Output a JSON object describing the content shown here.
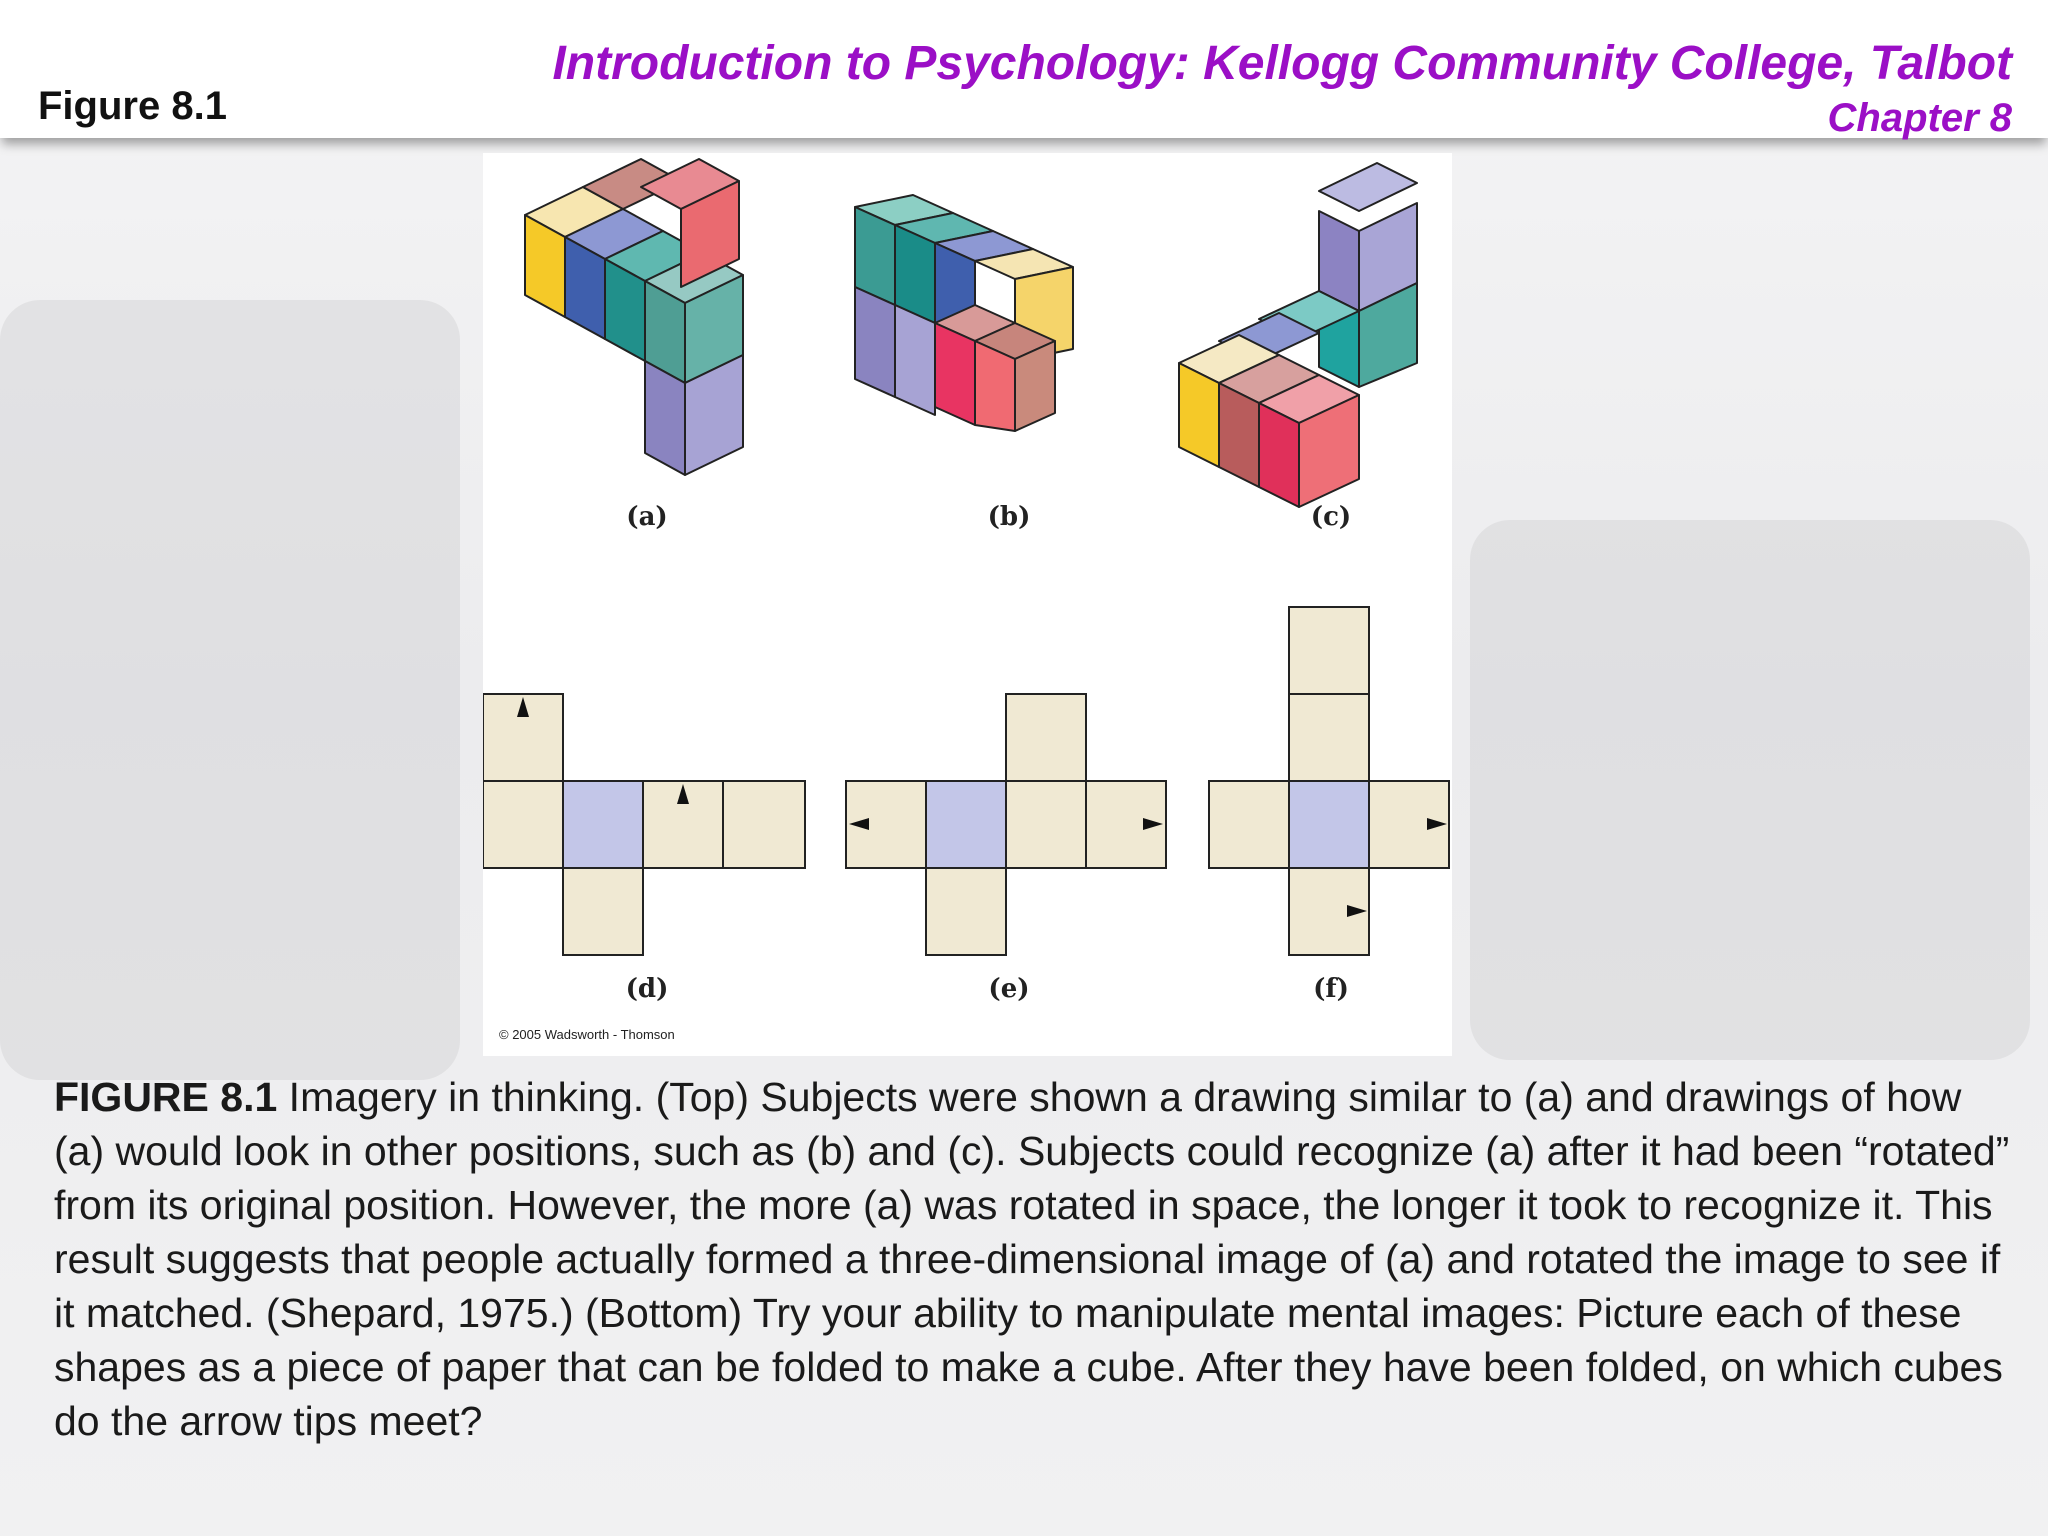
{
  "header": {
    "figure_label": "Figure 8.1",
    "title": "Introduction to Psychology: Kellogg Community College, Talbot",
    "chapter": "Chapter 8"
  },
  "figure": {
    "panel_labels": [
      "(a)",
      "(b)",
      "(c)",
      "(d)",
      "(e)",
      "(f)"
    ],
    "copyright": "© 2005 Wadsworth - Thomson"
  },
  "caption": {
    "lead": "FIGURE 8.1",
    "text": " Imagery in thinking. (Top) Subjects were shown a drawing similar to (a) and drawings of how (a) would look in other positions, such as (b) and (c). Subjects could recognize (a) after it had been “rotated” from its original position. However, the more (a) was rotated in space, the longer it took to recognize it. This result suggests that people actually formed a three-dimensional image of (a) and rotated the image to see if it matched. (Shepard, 1975.) (Bottom) Try your ability to manipulate mental images: Picture each of these shapes as a piece of paper that can be folded to make a cube. After they have been folded, on which cubes do the arrow tips meet?"
  },
  "colors": {
    "title": "#9b0fc6",
    "net_paper": "#f0e9d3",
    "net_center": "#c3c6e8"
  }
}
